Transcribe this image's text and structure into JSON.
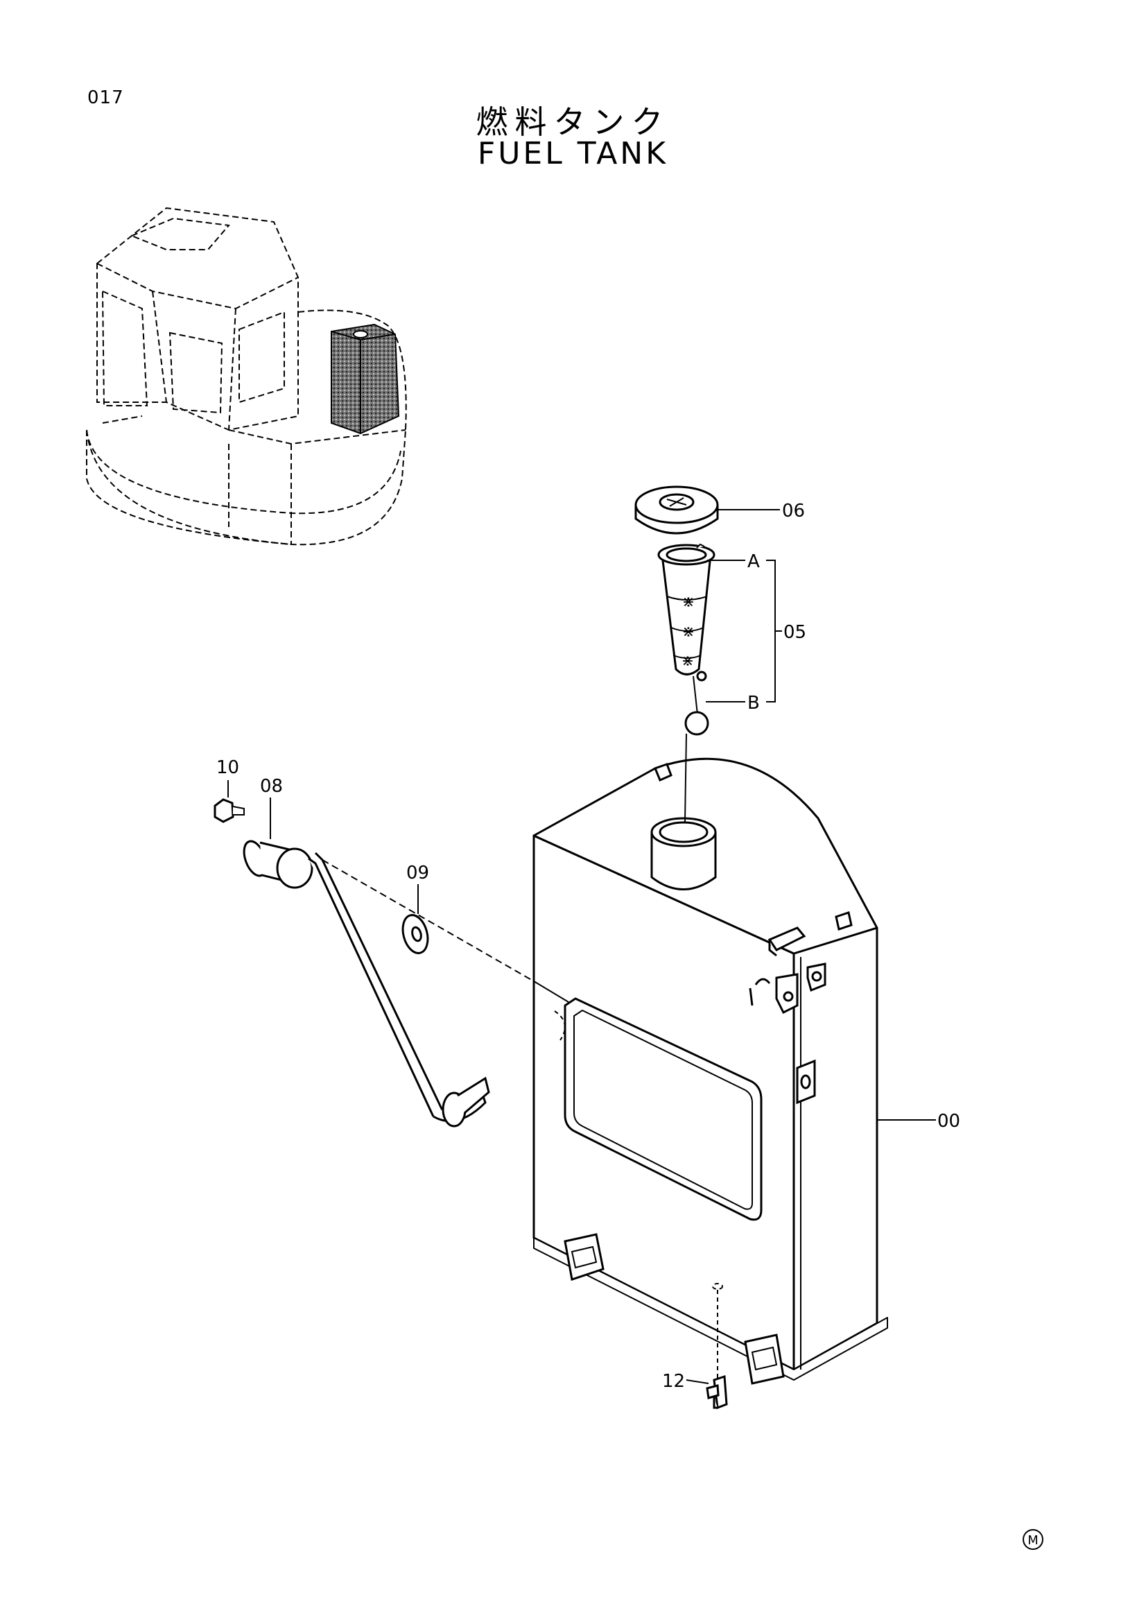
{
  "page_number": "017",
  "title_jp": "燃料タンク",
  "title_en": "FUEL TANK",
  "callouts": {
    "fuel_tank": "00",
    "strainer": "05",
    "strainer_end_a": "A",
    "strainer_end_b": "B",
    "fuel_cap": "06",
    "fuel_level_sensor": "08",
    "gasket": "09",
    "bolt": "10",
    "drain_cock": "12"
  },
  "footer_mark": "M"
}
